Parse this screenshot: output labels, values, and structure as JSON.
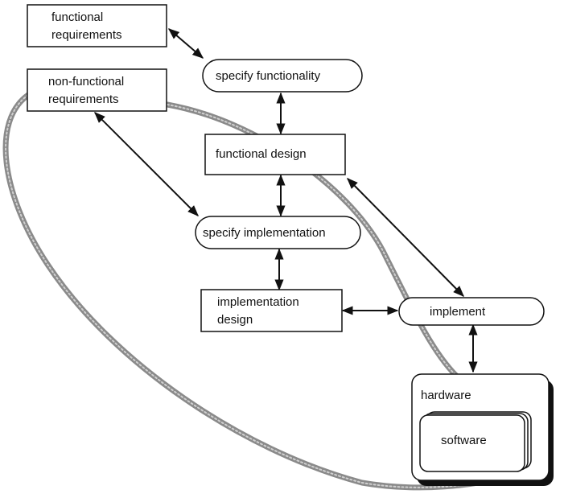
{
  "nodes": {
    "functional_requirements": {
      "lines": [
        "functional",
        "requirements"
      ]
    },
    "non_functional_requirements": {
      "lines": [
        "non-functional",
        "requirements"
      ]
    },
    "specify_functionality": {
      "label": "specify functionality"
    },
    "functional_design": {
      "label": "functional design"
    },
    "specify_implementation": {
      "label": "specify implementation"
    },
    "implementation_design": {
      "lines": [
        "implementation",
        "design"
      ]
    },
    "implement": {
      "label": "implement"
    },
    "hardware": {
      "label": "hardware"
    },
    "software": {
      "label": "software"
    }
  },
  "colors": {
    "stroke": "#111111",
    "loop": "#8a8a8a",
    "background": "#ffffff"
  }
}
